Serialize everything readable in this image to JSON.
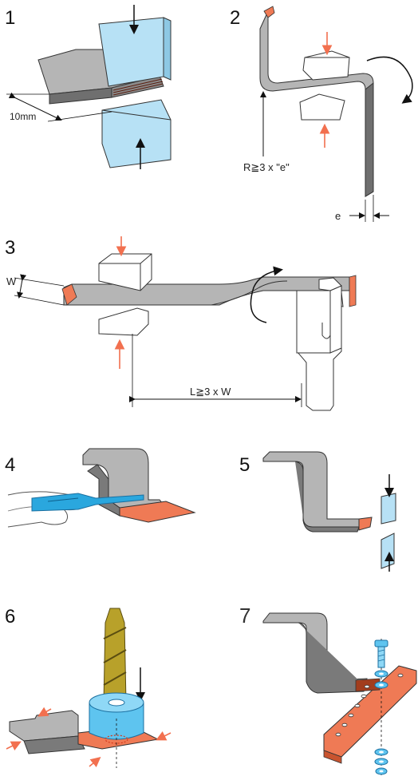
{
  "steps": [
    {
      "number": "1",
      "dimension_label": "10mm"
    },
    {
      "number": "2",
      "radius_label": "R≧3 x \"e\"",
      "thickness_label": "e"
    },
    {
      "number": "3",
      "width_label": "W",
      "length_label": "L≧3 x W"
    },
    {
      "number": "4"
    },
    {
      "number": "5"
    },
    {
      "number": "6"
    },
    {
      "number": "7"
    }
  ],
  "colors": {
    "busbar_grey": "#b5b5b5",
    "busbar_dark": "#6f6f6f",
    "copper": "#ef7a55",
    "tool_blue": "#b7e1f5",
    "arrow_red": "#f2704f",
    "drill_gold": "#b8a12a"
  }
}
